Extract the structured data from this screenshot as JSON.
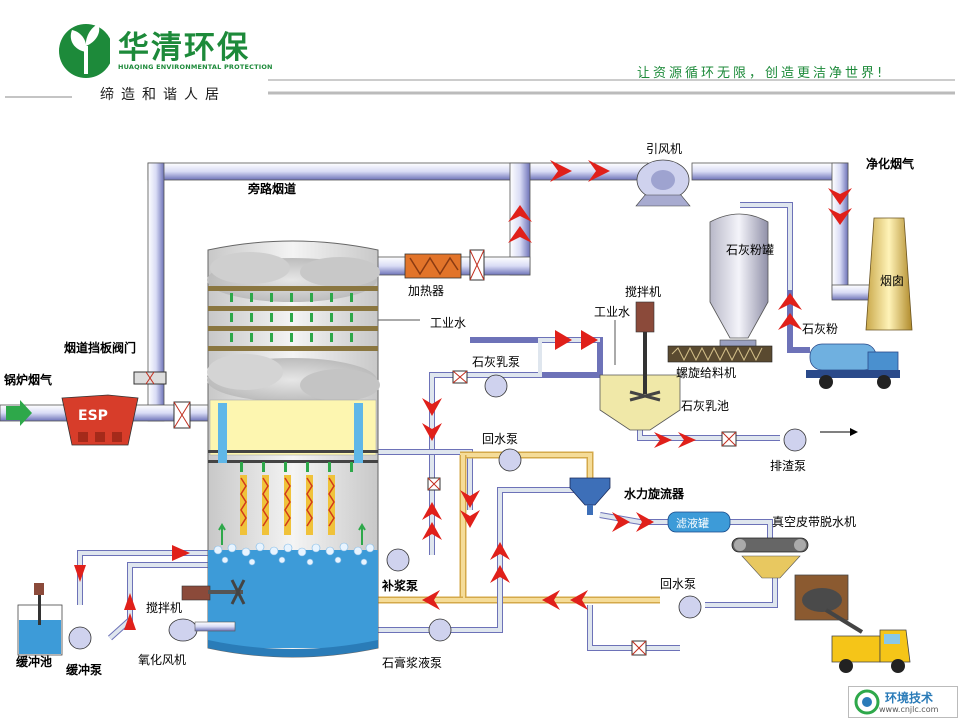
{
  "header": {
    "brand_cn": "华清环保",
    "brand_en": "HUAQING ENVIRONMENTAL PROTECTION",
    "slogan": "让资源循环无限，创造更洁净世界!",
    "motto": "缔造和谐人居"
  },
  "labels": {
    "boiler_gas": "锅炉烟气",
    "esp": "ESP",
    "damper": "烟道挡板阀门",
    "bypass": "旁路烟道",
    "heater": "加热器",
    "fan": "引风机",
    "clean_gas": "净化烟气",
    "stack": "烟囱",
    "industrial_water1": "工业水",
    "industrial_water2": "工业水",
    "lime_silo": "石灰粉罐",
    "lime_powder": "石灰粉",
    "agitator_top": "搅拌机",
    "lime_slurry_pump": "石灰乳泵",
    "screw_feeder": "螺旋给料机",
    "lime_tank": "石灰乳池",
    "return_pump1": "回水泵",
    "slag_pump": "排渣泵",
    "hydrocyclone": "水力旋流器",
    "filtrate_tank": "滤液罐",
    "belt_filter": "真空皮带脱水机",
    "return_pump2": "回水泵",
    "makeup_pump": "补浆泵",
    "gypsum_pump": "石膏浆液泵",
    "agitator_bottom": "搅拌机",
    "oxidation_fan": "氧化风机",
    "buffer_tank": "缓冲池",
    "buffer_pump": "缓冲泵"
  },
  "watermark": {
    "text": "环境技术",
    "url": "www.cnjlc.com"
  }
}
